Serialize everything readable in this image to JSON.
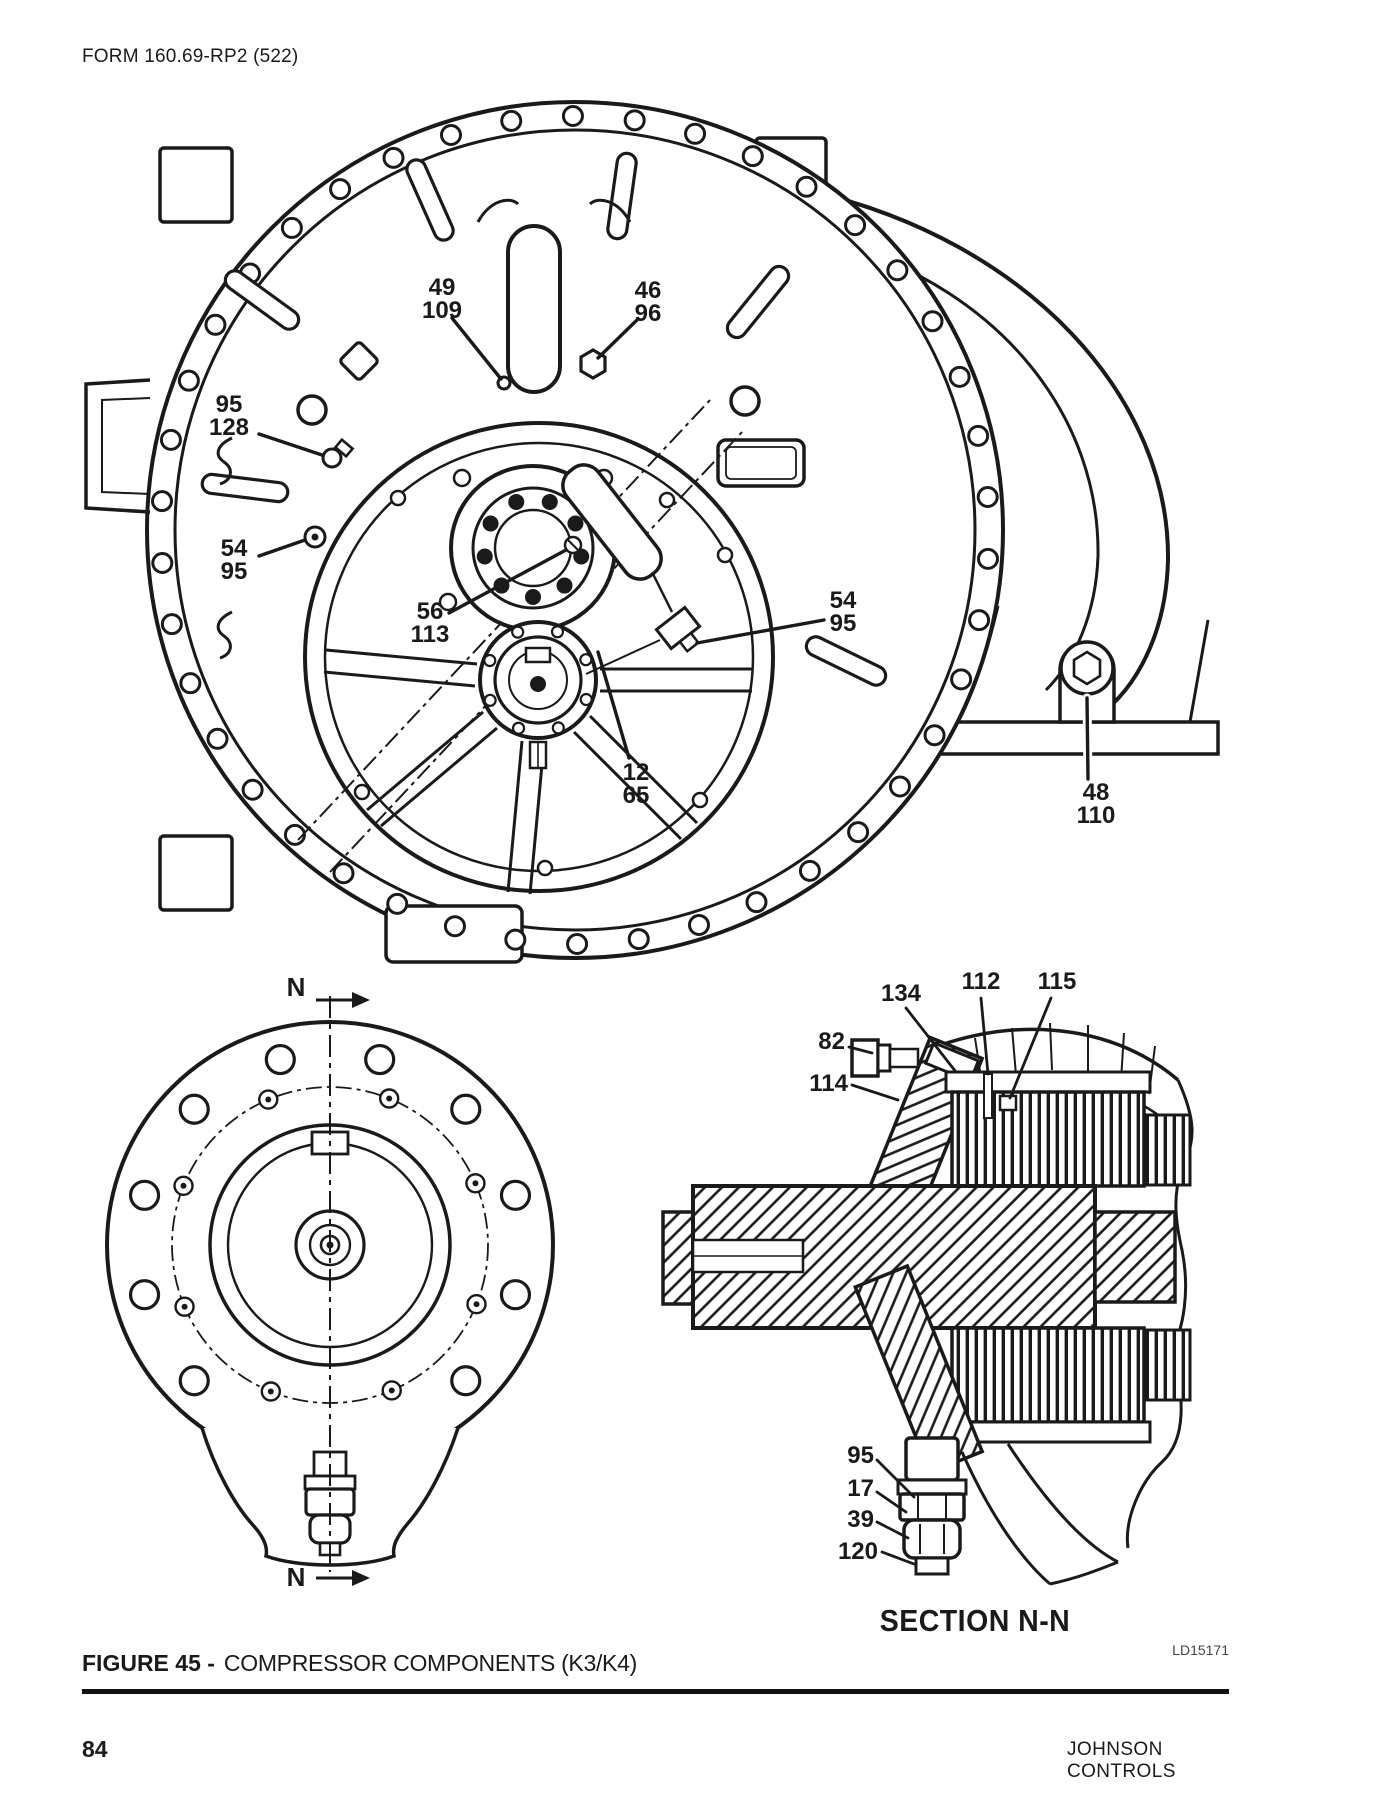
{
  "header": {
    "form_number": "FORM 160.69-RP2 (522)"
  },
  "figure": {
    "caption_label": "FIGURE 45 -",
    "caption_title": "COMPRESSOR COMPONENTS (K3/K4)",
    "drawing_code": "LD15171"
  },
  "front_view": {
    "callouts": [
      {
        "id": "49-109",
        "lines": "49\n109"
      },
      {
        "id": "46-96",
        "lines": "46\n96"
      },
      {
        "id": "95-128",
        "lines": "95\n128"
      },
      {
        "id": "54-95-left",
        "lines": "54\n95"
      },
      {
        "id": "56-113",
        "lines": "56\n113"
      },
      {
        "id": "54-95-right",
        "lines": "54\n95"
      },
      {
        "id": "12-65",
        "lines": "12\n65"
      },
      {
        "id": "48-110",
        "lines": "48\n110"
      }
    ]
  },
  "flange_view": {
    "marker_top": "N",
    "marker_bottom": "N"
  },
  "section_view": {
    "title": "SECTION N-N",
    "callouts": [
      {
        "id": "82",
        "label": "82"
      },
      {
        "id": "134",
        "label": "134"
      },
      {
        "id": "112",
        "label": "112"
      },
      {
        "id": "115",
        "label": "115"
      },
      {
        "id": "114",
        "label": "114"
      },
      {
        "id": "95",
        "label": "95"
      },
      {
        "id": "17",
        "label": "17"
      },
      {
        "id": "39",
        "label": "39"
      },
      {
        "id": "120",
        "label": "120"
      }
    ]
  },
  "footer": {
    "page_number": "84",
    "company": "JOHNSON CONTROLS"
  }
}
